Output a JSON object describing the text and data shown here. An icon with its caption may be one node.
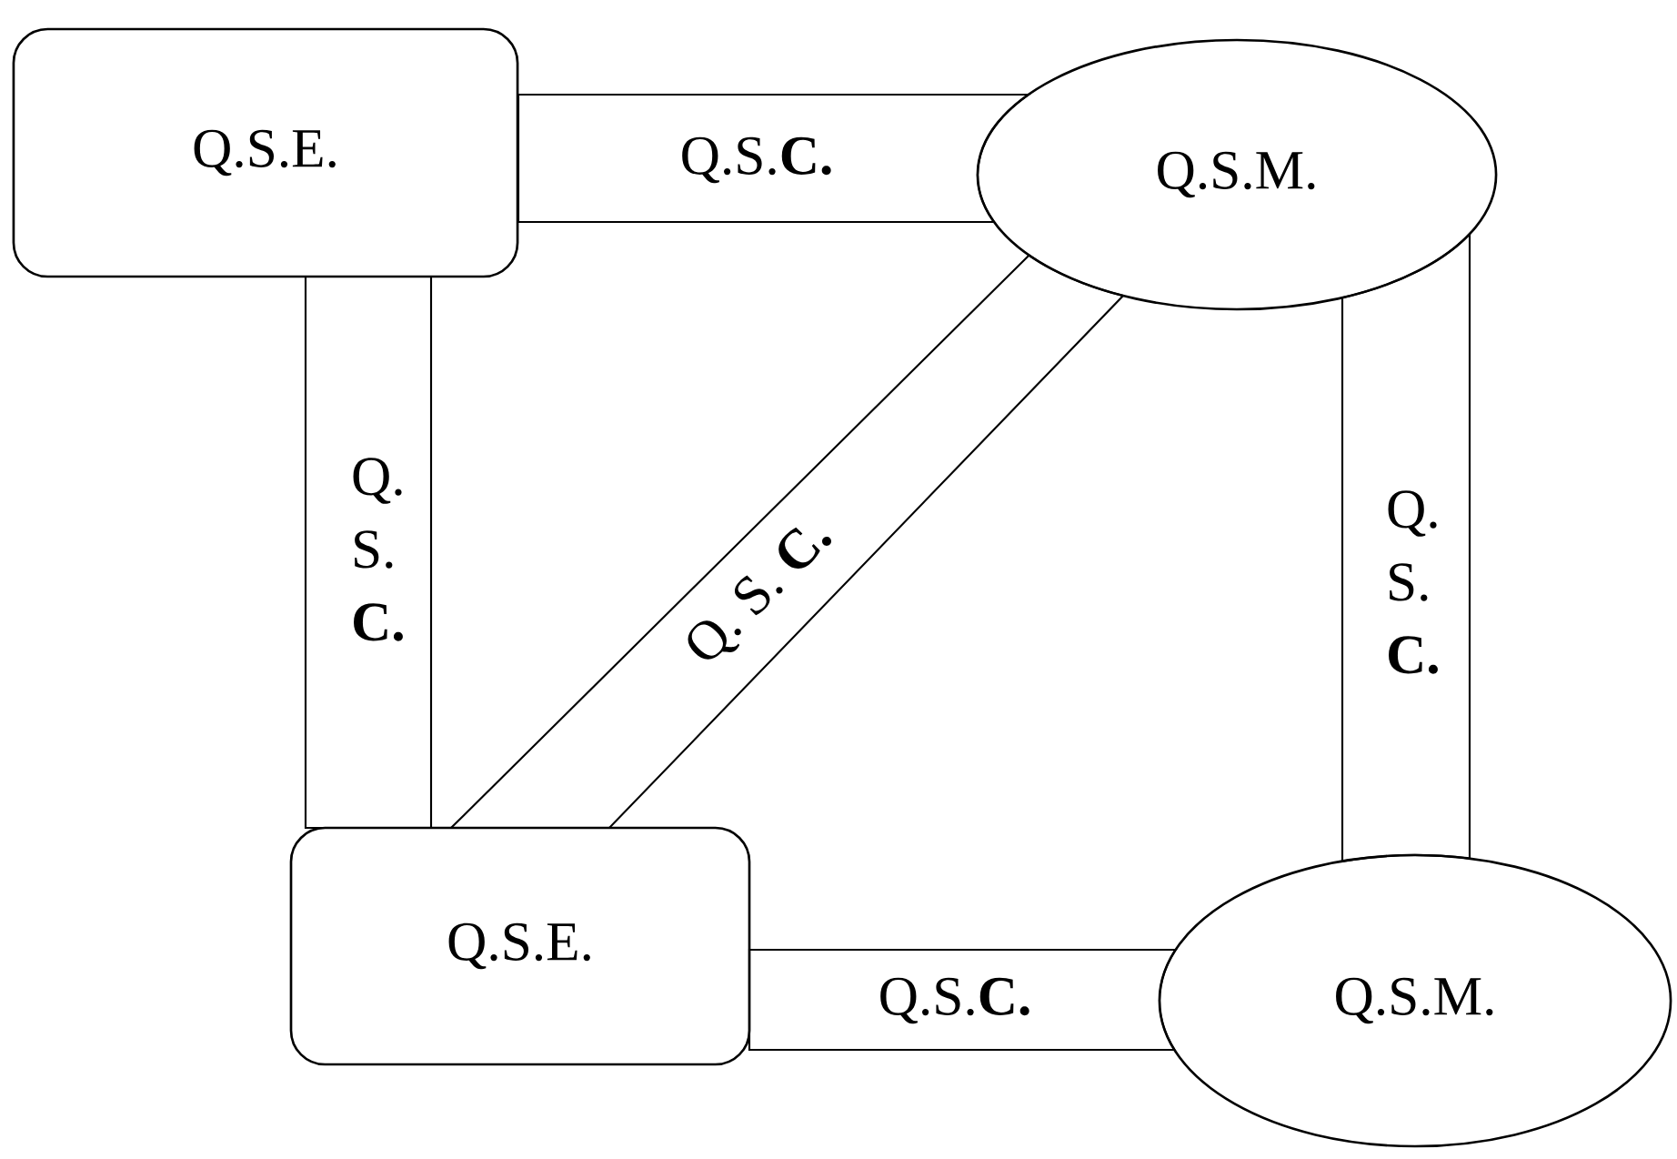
{
  "diagram": {
    "nodes": [
      {
        "text": [
          "Q.S.E."
        ]
      },
      {
        "text": [
          "Q.S.M."
        ]
      },
      {
        "text": [
          "Q.S.E."
        ]
      },
      {
        "text": [
          "Q.S.M."
        ]
      }
    ],
    "edges": [
      {
        "from": 0,
        "to": 1,
        "arrow": "none",
        "label": "Q.S.**C.**"
      },
      {
        "from": 0,
        "to": 2,
        "arrow": "none",
        "label": "Q. S. **C.**"
      },
      {
        "from": 1,
        "to": 2,
        "arrow": "none",
        "label": "Q. S. **C.**"
      },
      {
        "from": 1,
        "to": 3,
        "arrow": "none",
        "label": "Q. S. **C.**"
      },
      {
        "from": 2,
        "to": 3,
        "arrow": "none",
        "label": "Q.S.**C.**"
      }
    ]
  }
}
